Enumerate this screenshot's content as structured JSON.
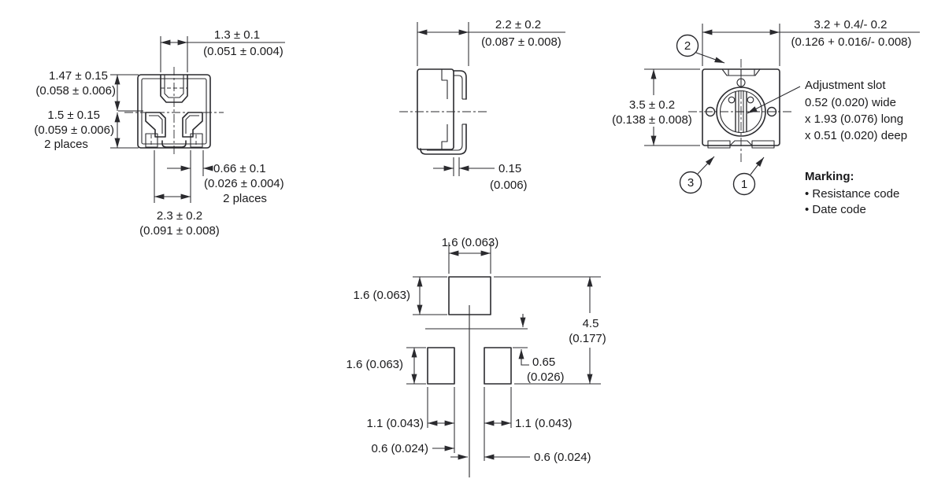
{
  "drawing": {
    "bottom_view": {
      "tab_width_mm": "1.3 ± 0.1",
      "tab_width_in": "(0.051 ± 0.004)",
      "upper_mm": "1.47 ± 0.15",
      "upper_in": "(0.058 ± 0.006)",
      "lower_mm": "1.5 ± 0.15",
      "lower_in": "(0.059 ± 0.006)",
      "lower_note": "2 places",
      "terminal_mm": "0.66 ± 0.1",
      "terminal_in": "(0.026 ± 0.004)",
      "terminal_note": "2 places",
      "span_mm": "2.3 ± 0.2",
      "span_in": "(0.091 ± 0.008)"
    },
    "side_view": {
      "depth_mm": "2.2 ± 0.2",
      "depth_in": "(0.087 ± 0.008)",
      "thickness_mm": "0.15",
      "thickness_in": "(0.006)"
    },
    "top_view": {
      "width_mm": "3.2 + 0.4/- 0.2",
      "width_in": "(0.126 + 0.016/- 0.008)",
      "height_mm": "3.5 ± 0.2",
      "height_in": "(0.138 ± 0.008)",
      "terminals": {
        "t1": "1",
        "t2": "2",
        "t3": "3"
      },
      "adjustment_slot": {
        "title": "Adjustment slot",
        "line1": "0.52 (0.020) wide",
        "line2": "x 1.93 (0.076) long",
        "line3": "x 0.51 (0.020) deep"
      },
      "marking": {
        "title": "Marking:",
        "item1": "• Resistance code",
        "item2": "• Date code"
      }
    },
    "land_pattern": {
      "top_pad_width": "1.6 (0.063)",
      "top_pad_height": "1.6 (0.063)",
      "lower_pad_height": "1.6 (0.063)",
      "overall_mm": "4.5",
      "overall_in": "(0.177)",
      "offset_mm": "0.65",
      "offset_in": "(0.026)",
      "pad_width_left": "1.1 (0.043)",
      "pad_width_right": "1.1 (0.043)",
      "gap_left": "0.6 (0.024)",
      "gap_right": "0.6 (0.024)"
    }
  },
  "colors": {
    "line": "#2a2a2e",
    "text": "#1a1a1c",
    "background": "#ffffff"
  }
}
